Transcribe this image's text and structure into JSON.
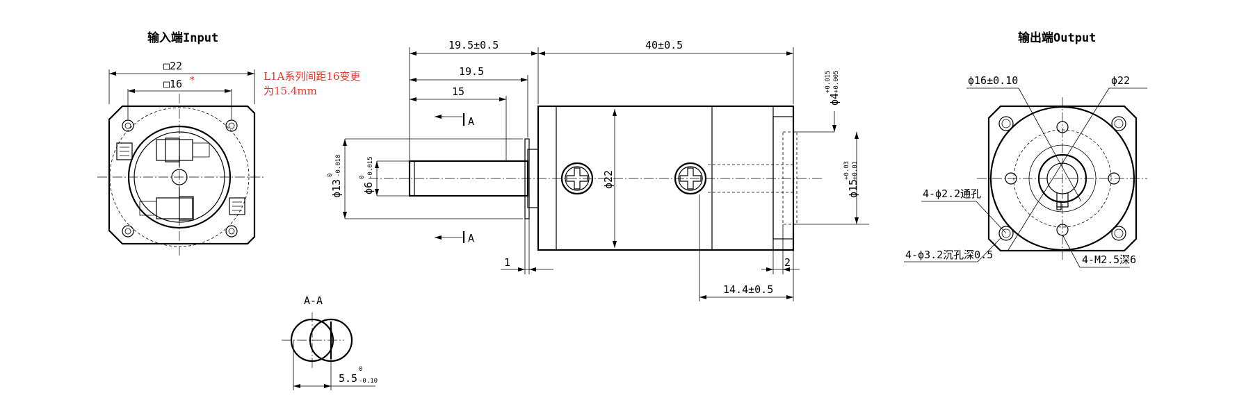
{
  "views": {
    "input_title": "输入端Input",
    "output_title": "输出端Output",
    "section_title": "A-A",
    "section_mark": "A"
  },
  "input_view": {
    "dim_outer": "□22",
    "dim_inner": "□16",
    "asterisk": "*",
    "note_line1": "L1A系列间距16变更",
    "note_line2": "为15.4mm"
  },
  "side_view": {
    "dim_19_5_tol": "19.5±0.5",
    "dim_40_tol": "40±0.5",
    "dim_19_5": "19.5",
    "dim_15": "15",
    "dim_1": "1",
    "dim_2": "2",
    "dim_14_4": "14.4±0.5",
    "dia13_base": "ϕ13",
    "dia13_upper": "0",
    "dia13_lower": "-0.018",
    "dia6_base": "ϕ6",
    "dia6_upper": "0",
    "dia6_lower": "-0.015",
    "dia22": "ϕ22",
    "dia4_base": "ϕ4",
    "dia4_upper": "+0.015",
    "dia4_lower": "+0.005",
    "dia15_base": "ϕ15",
    "dia15_upper": "+0.03",
    "dia15_lower": "+0.01"
  },
  "section_view": {
    "dim_5_5_base": "5.5",
    "dim_5_5_upper": "0",
    "dim_5_5_lower": "-0.10"
  },
  "output_view": {
    "dia16": "ϕ16±0.10",
    "dia22": "ϕ22",
    "hole_thru": "4-ϕ2.2通孔",
    "counterbore": "4-ϕ3.2沉孔深0.5",
    "thread": "4-M2.5深6"
  },
  "colors": {
    "line": "#000000",
    "note": "#e53528",
    "background": "#ffffff"
  }
}
